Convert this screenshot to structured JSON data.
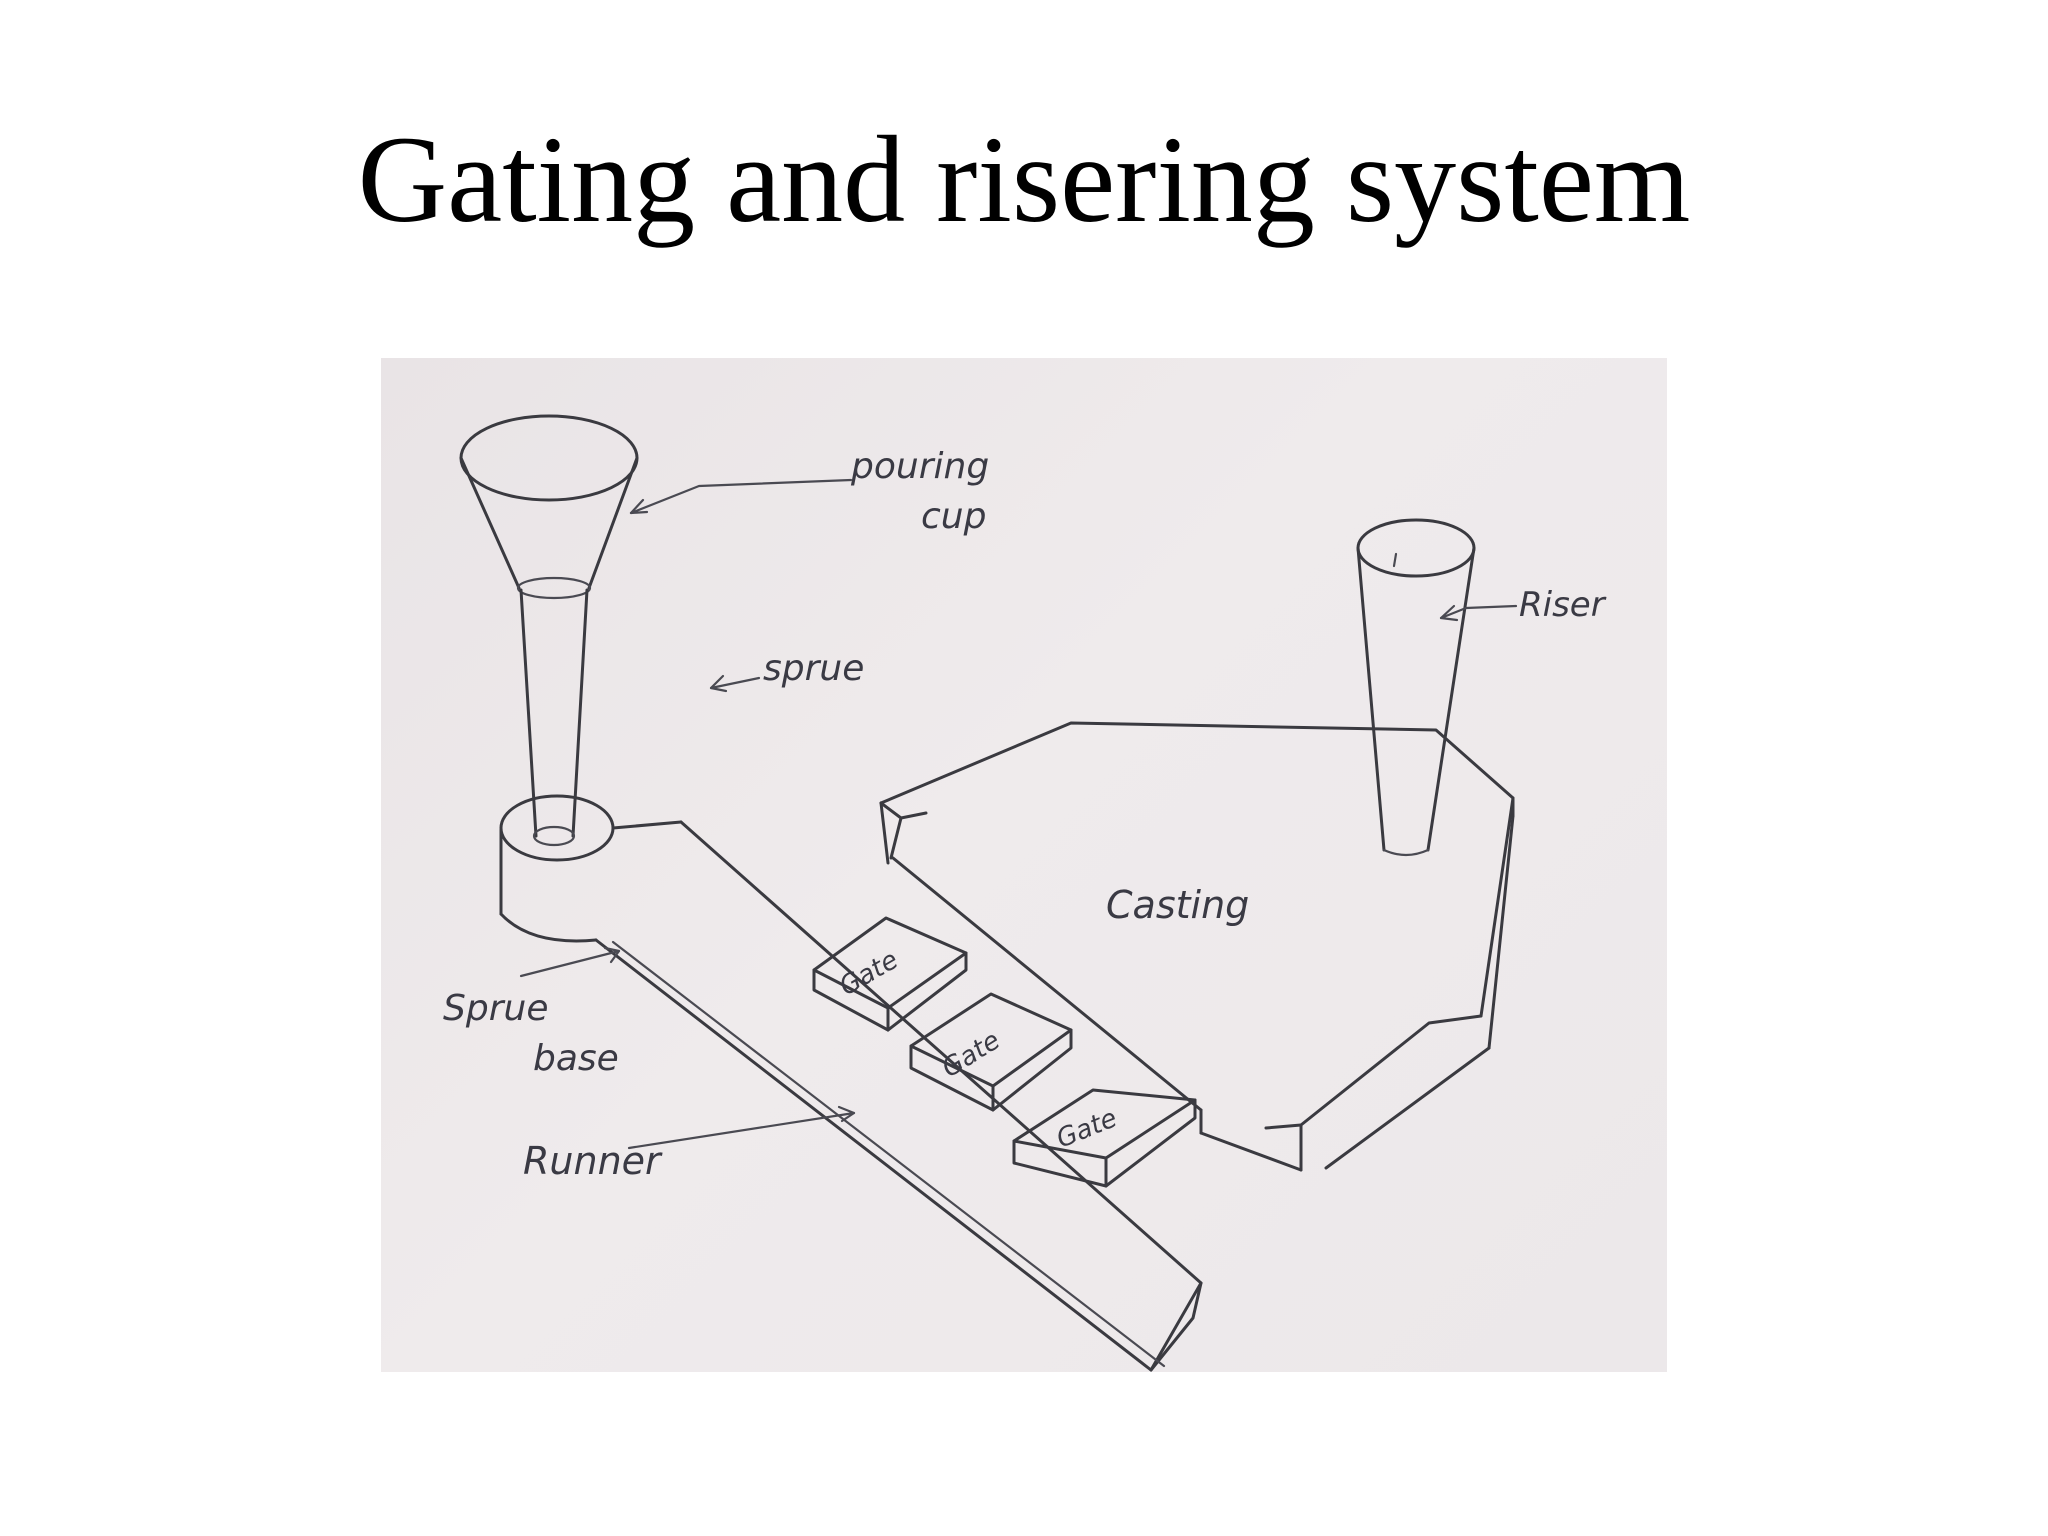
{
  "slide": {
    "title": "Gating and risering system"
  },
  "diagram": {
    "labels": {
      "pouring_cup_line1": "pouring",
      "pouring_cup_line2": "cup",
      "sprue": "sprue",
      "riser": "Riser",
      "casting": "Casting",
      "sprue_base_line1": "Sprue",
      "sprue_base_line2": "base",
      "runner": "Runner",
      "gate_1": "Gate",
      "gate_2": "Gate",
      "gate_3": "Gate"
    },
    "colors": {
      "paper": "#ece8ea",
      "ink": "#3a3a40"
    }
  }
}
